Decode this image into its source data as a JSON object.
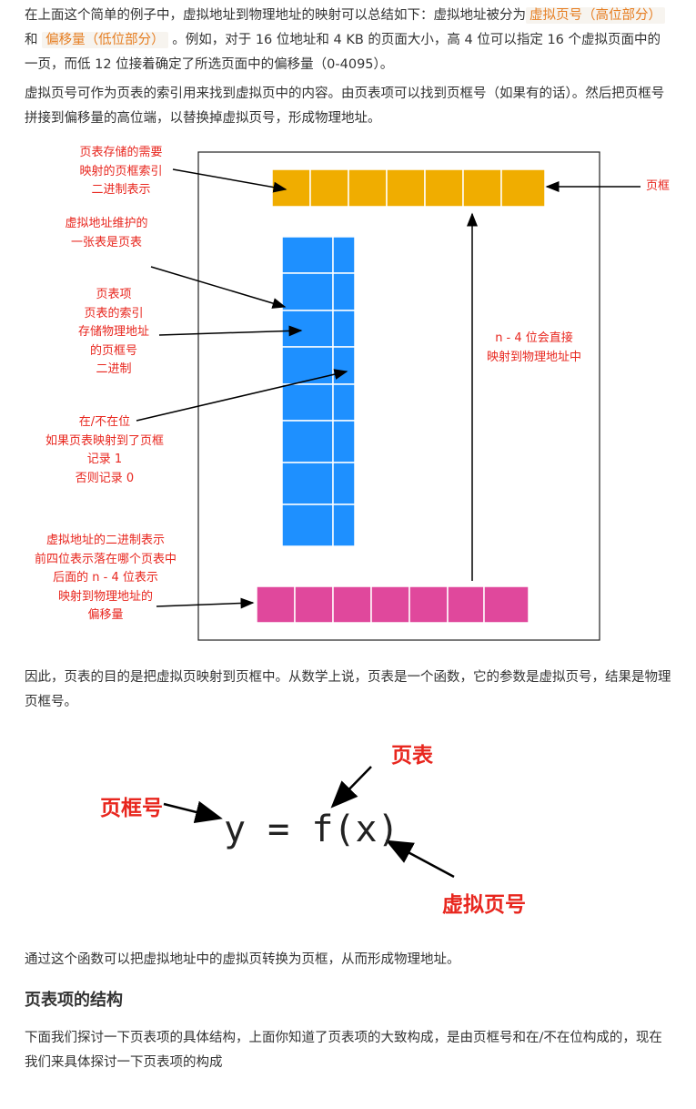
{
  "para1": {
    "pre": "在上面这个简单的例子中，虚拟地址到物理地址的映射可以总结如下：虚拟地址被分为",
    "hl1": "虚拟页号（高位部分）",
    "mid": "和",
    "hl2": "偏移量（低位部分）",
    "post": "。例如，对于 16 位地址和 4 KB 的页面大小，高 4 位可以指定 16 个虚拟页面中的一页，而低 12 位接着确定了所选页面中的偏移量（0-4095）。"
  },
  "para2": "虚拟页号可作为页表的索引用来找到虚拟页中的内容。由页表项可以找到页框号（如果有的话）。然后把页框号拼接到偏移量的高位端，以替换掉虚拟页号，形成物理地址。",
  "diagram": {
    "label_frame_index": [
      "页表存储的需要",
      "映射的页框索引",
      "二进制表示"
    ],
    "label_page_table": [
      "虚拟地址维护的",
      "一张表是页表"
    ],
    "label_entry": [
      "页表项",
      "页表的索引",
      "存储物理地址",
      "的页框号",
      "二进制"
    ],
    "label_present": [
      "在/不在位",
      "如果页表映射到了页框",
      "记录 1",
      "否则记录 0"
    ],
    "label_vaddr": [
      "虚拟地址的二进制表示",
      "前四位表示落在哪个页表中",
      "后面的 n - 4 位表示",
      "映射到物理地址的",
      "偏移量"
    ],
    "label_direct": [
      "n - 4 位会直接",
      "映射到物理地址中"
    ],
    "label_frame": "页框",
    "colors": {
      "table": "#1e90ff",
      "frame": "#f0ad00",
      "vaddr": "#e0489c",
      "label": "#e8261e"
    }
  },
  "para3": "因此，页表的目的是把虚拟页映射到页框中。从数学上说，页表是一个函数，它的参数是虚拟页号，结果是物理页框号。",
  "formula": {
    "expr": "y = f(x)",
    "label_table": "页表",
    "label_frame_no": "页框号",
    "label_vpn": "虚拟页号"
  },
  "para4": "通过这个函数可以把虚拟地址中的虚拟页转换为页框，从而形成物理地址。",
  "section_title": "页表项的结构",
  "para5": "下面我们探讨一下页表项的具体结构，上面你知道了页表项的大致构成，是由页框号和在/不在位构成的，现在我们来具体探讨一下页表项的构成"
}
